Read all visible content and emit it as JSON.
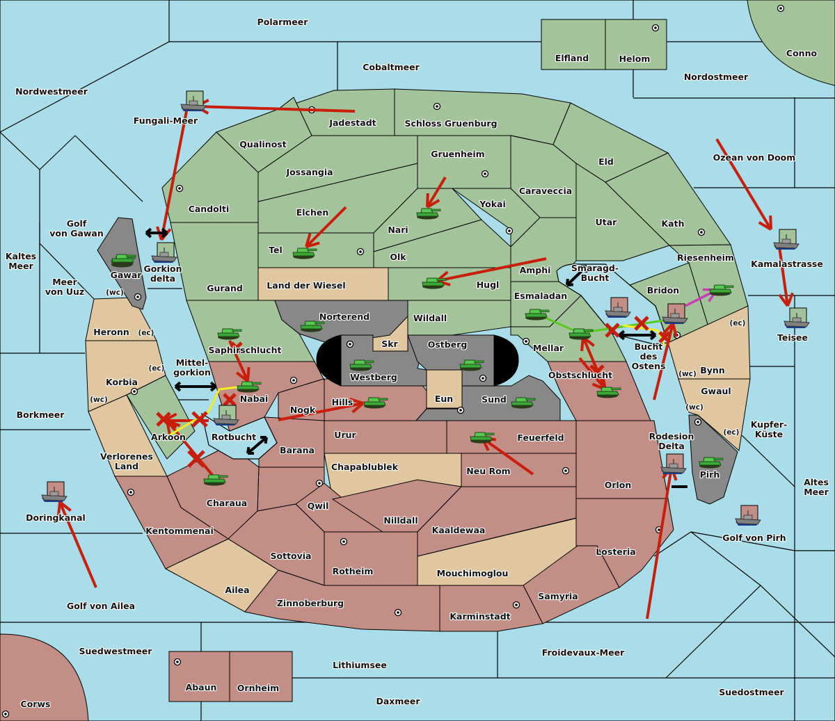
{
  "map_title": "Diplomacy-Variante Karte",
  "colors": {
    "sea": "#a9dde9",
    "green_power": "#a3c49a",
    "red_power": "#c38e86",
    "neutral": "#e0c79f",
    "impassable": "#888888",
    "move_order": "#c81e0a",
    "support_order": "#58c820",
    "convoy_order": "#f0f020",
    "retreat_order": "#c83cb4"
  },
  "sea_labels": [
    {
      "id": "polarmeer",
      "name": "Polarmeer"
    },
    {
      "id": "cobaltmeer",
      "name": "Cobaltmeer"
    },
    {
      "id": "nordwestmeer",
      "name": "Nordwestmeer"
    },
    {
      "id": "nordostmeer",
      "name": "Nordostmeer"
    },
    {
      "id": "fungali",
      "name": "Fungali-Meer"
    },
    {
      "id": "ozean",
      "name": "Ozean von Doom"
    },
    {
      "id": "golf-gawan",
      "name": "Golf von Gawan"
    },
    {
      "id": "kaltes",
      "name": "Kaltes Meer"
    },
    {
      "id": "uuz",
      "name": "Meer von Uuz"
    },
    {
      "id": "gorkion",
      "name": "Gorkion delta"
    },
    {
      "id": "kamala",
      "name": "Kamalastrasse"
    },
    {
      "id": "smaragd",
      "name": "Smaragd-Bucht"
    },
    {
      "id": "bucht-ostens",
      "name": "Bucht des Ostens"
    },
    {
      "id": "teisee",
      "name": "Teisee"
    },
    {
      "id": "mittel",
      "name": "Mittel-gorkion"
    },
    {
      "id": "borkmeer",
      "name": "Borkmeer"
    },
    {
      "id": "rotbucht",
      "name": "Rotbucht"
    },
    {
      "id": "kupfer",
      "name": "Kupfer-Küste"
    },
    {
      "id": "rodesion",
      "name": "Rodesion Delta"
    },
    {
      "id": "altes",
      "name": "Altes Meer"
    },
    {
      "id": "doringkanal",
      "name": "Doringkanal"
    },
    {
      "id": "golf-pirh",
      "name": "Golf von Pirh"
    },
    {
      "id": "golf-ailea",
      "name": "Golf von Ailea"
    },
    {
      "id": "suedwestmeer",
      "name": "Suedwestmeer"
    },
    {
      "id": "lithiumsee",
      "name": "Lithiumsee"
    },
    {
      "id": "froidevaux",
      "name": "Froidevaux-Meer"
    },
    {
      "id": "daxmeer",
      "name": "Daxmeer"
    },
    {
      "id": "suedostmeer",
      "name": "Suedostmeer"
    }
  ],
  "land_labels": [
    {
      "id": "elfland",
      "name": "Elfland"
    },
    {
      "id": "helom",
      "name": "Helom"
    },
    {
      "id": "conno",
      "name": "Conno"
    },
    {
      "id": "jadestadt",
      "name": "Jadestadt"
    },
    {
      "id": "schloss",
      "name": "Schloss Gruenburg"
    },
    {
      "id": "qualinost",
      "name": "Qualinost"
    },
    {
      "id": "jossangia",
      "name": "Jossangia"
    },
    {
      "id": "gruenheim",
      "name": "Gruenheim"
    },
    {
      "id": "eld",
      "name": "Eld"
    },
    {
      "id": "caraveccia",
      "name": "Caraveccia"
    },
    {
      "id": "candolti",
      "name": "Candolti"
    },
    {
      "id": "elchen",
      "name": "Elchen"
    },
    {
      "id": "yokai",
      "name": "Yokai"
    },
    {
      "id": "nari",
      "name": "Nari"
    },
    {
      "id": "utar",
      "name": "Utar"
    },
    {
      "id": "kath",
      "name": "Kath"
    },
    {
      "id": "tel",
      "name": "Tel"
    },
    {
      "id": "olk",
      "name": "Olk"
    },
    {
      "id": "riesenheim",
      "name": "Riesenheim"
    },
    {
      "id": "amphi",
      "name": "Amphi"
    },
    {
      "id": "gawar",
      "name": "Gawar"
    },
    {
      "id": "gurand",
      "name": "Gurand"
    },
    {
      "id": "wiesel",
      "name": "Land der Wiesel"
    },
    {
      "id": "hugl",
      "name": "Hugl"
    },
    {
      "id": "bridon",
      "name": "Bridon"
    },
    {
      "id": "esmaladan",
      "name": "Esmaladan"
    },
    {
      "id": "norterend",
      "name": "Norterend"
    },
    {
      "id": "wildall",
      "name": "Wildall"
    },
    {
      "id": "heronn",
      "name": "Heronn"
    },
    {
      "id": "skr",
      "name": "Skr"
    },
    {
      "id": "ostberg",
      "name": "Ostberg"
    },
    {
      "id": "mellar",
      "name": "Mellar"
    },
    {
      "id": "saphir",
      "name": "Saphirschlucht"
    },
    {
      "id": "bynn",
      "name": "Bynn"
    },
    {
      "id": "westberg",
      "name": "Westberg"
    },
    {
      "id": "obst",
      "name": "Obstschlucht"
    },
    {
      "id": "korbia",
      "name": "Korbia"
    },
    {
      "id": "nabai",
      "name": "Nabai"
    },
    {
      "id": "gwaul",
      "name": "Gwaul"
    },
    {
      "id": "eun",
      "name": "Eun"
    },
    {
      "id": "sund",
      "name": "Sund"
    },
    {
      "id": "hills",
      "name": "Hills"
    },
    {
      "id": "nogk",
      "name": "Nogk"
    },
    {
      "id": "arkoon",
      "name": "Arkoon"
    },
    {
      "id": "urur",
      "name": "Urur"
    },
    {
      "id": "feuerfeld",
      "name": "Feuerfeld"
    },
    {
      "id": "barana",
      "name": "Barana"
    },
    {
      "id": "verlorenes",
      "name": "Verlorenes Land"
    },
    {
      "id": "chapa",
      "name": "Chapablublek"
    },
    {
      "id": "neurom",
      "name": "Neu Rom"
    },
    {
      "id": "pirh",
      "name": "Pirh"
    },
    {
      "id": "orlon",
      "name": "Orlon"
    },
    {
      "id": "charaua",
      "name": "Charaua"
    },
    {
      "id": "qwil",
      "name": "Qwil"
    },
    {
      "id": "nilldall",
      "name": "Nilldall"
    },
    {
      "id": "kentommenai",
      "name": "Kentommenai"
    },
    {
      "id": "kaaldewaa",
      "name": "Kaaldewaa"
    },
    {
      "id": "losteria",
      "name": "Losteria"
    },
    {
      "id": "sottovia",
      "name": "Sottovia"
    },
    {
      "id": "rotheim",
      "name": "Rotheim"
    },
    {
      "id": "mouchi",
      "name": "Mouchimoglou"
    },
    {
      "id": "ailea",
      "name": "Ailea"
    },
    {
      "id": "samyria",
      "name": "Samyria"
    },
    {
      "id": "zinnoberburg",
      "name": "Zinnoberburg"
    },
    {
      "id": "karminstadt",
      "name": "Karminstadt"
    },
    {
      "id": "abaun",
      "name": "Abaun"
    },
    {
      "id": "ornheim",
      "name": "Ornheim"
    },
    {
      "id": "corws",
      "name": "Corws"
    }
  ],
  "coast_labels": {
    "ec": "(ec)",
    "wc": "(wc)"
  },
  "units": {
    "armies": [
      "Gawar",
      "Tel",
      "Nari",
      "Hugl",
      "Norterend",
      "Saphirschlucht",
      "Westberg",
      "Ostberg",
      "Nabai",
      "Hills",
      "Sund",
      "Feuerfeld",
      "Charaua",
      "Esmaladan",
      "Mellar",
      "Obstschlucht",
      "Bridon-retreat",
      "Pirh"
    ],
    "fleets": [
      {
        "at": "Fungali-Meer",
        "power": "green"
      },
      {
        "at": "Gorkion delta",
        "power": "green"
      },
      {
        "at": "Kamalastrasse",
        "power": "green"
      },
      {
        "at": "Teisee",
        "power": "green"
      },
      {
        "at": "Rotbucht",
        "power": "green"
      },
      {
        "at": "Smaragd-Bucht",
        "power": "red"
      },
      {
        "at": "Bucht des Ostens",
        "power": "red"
      },
      {
        "at": "Rodesion Delta",
        "power": "red"
      },
      {
        "at": "Doringkanal",
        "power": "red"
      },
      {
        "at": "Golf von Pirh",
        "power": "red"
      }
    ]
  }
}
